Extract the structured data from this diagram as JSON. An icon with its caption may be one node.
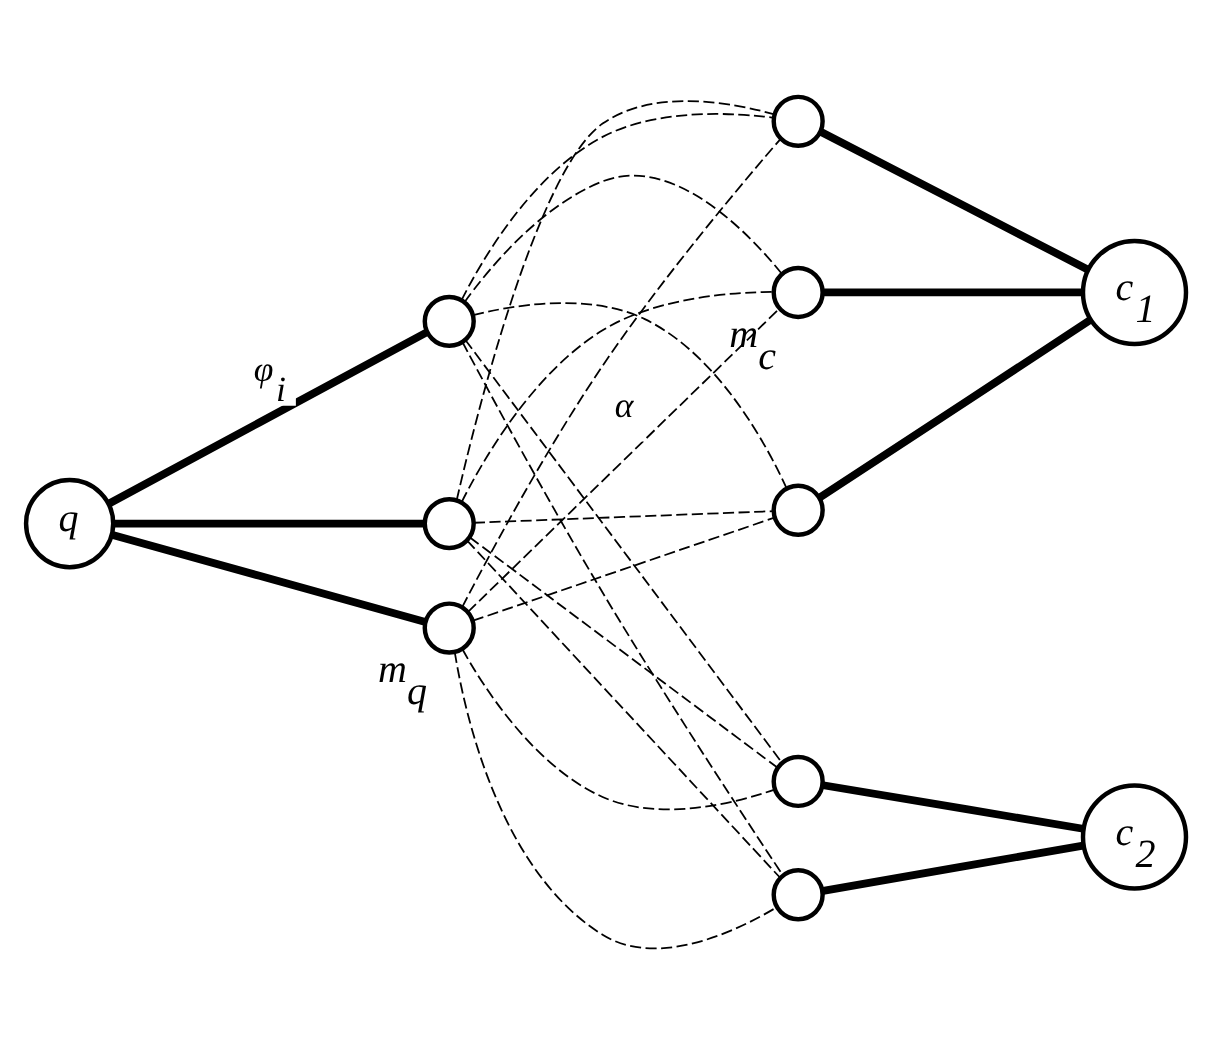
{
  "diagram": {
    "nodes": [
      {
        "text": [],
        "shape": "circle",
        "beside": [
          "m$_{c}$"
        ]
      },
      {
        "text": [
          "c$_{1}$"
        ]
      },
      {
        "text": [],
        "shape": "circle"
      },
      {
        "text": [],
        "shape": "circle",
        "beside": [
          "m$_{q}$"
        ]
      },
      {
        "text": [],
        "shape": "circle"
      },
      {
        "text": [],
        "shape": "circle"
      },
      {
        "text": [
          "q"
        ]
      },
      {
        "text": [],
        "shape": "circle"
      },
      {
        "text": [],
        "shape": "circle"
      },
      {
        "text": [],
        "shape": "circle"
      },
      {
        "text": [
          "c$_{2}$"
        ]
      }
    ],
    "edges": [
      {
        "from": 6,
        "to": 3,
        "arrow": "none",
        "style": "thick"
      },
      {
        "from": 6,
        "to": 4,
        "arrow": "none",
        "style": "thick",
        "label": "φ$_{i}$"
      },
      {
        "from": 6,
        "to": 7,
        "arrow": "none",
        "style": "thick"
      },
      {
        "from": 0,
        "to": 1,
        "arrow": "none",
        "style": "thick"
      },
      {
        "from": 2,
        "to": 1,
        "arrow": "none",
        "style": "thick"
      },
      {
        "from": 5,
        "to": 1,
        "arrow": "none",
        "style": "thick"
      },
      {
        "from": 8,
        "to": 10,
        "arrow": "none",
        "style": "thick"
      },
      {
        "from": 9,
        "to": 10,
        "arrow": "none",
        "style": "thick"
      },
      {
        "from": 3,
        "to": 0,
        "arrow": "none",
        "style": "dashed",
        "label": "α"
      },
      {
        "from": 3,
        "to": 2,
        "arrow": "none",
        "style": "dashed"
      },
      {
        "from": 3,
        "to": 5,
        "arrow": "none",
        "style": "dashed"
      },
      {
        "from": 4,
        "to": 0,
        "arrow": "none",
        "style": "dashed"
      },
      {
        "from": 4,
        "to": 2,
        "arrow": "none",
        "style": "dashed"
      },
      {
        "from": 4,
        "to": 5,
        "arrow": "none",
        "style": "dashed"
      },
      {
        "from": 7,
        "to": 0,
        "arrow": "none",
        "style": "dashed"
      },
      {
        "from": 7,
        "to": 2,
        "arrow": "none",
        "style": "dashed"
      },
      {
        "from": 7,
        "to": 5,
        "arrow": "none",
        "style": "dashed"
      },
      {
        "from": 3,
        "to": 8,
        "arrow": "none",
        "style": "dashed"
      },
      {
        "from": 3,
        "to": 9,
        "arrow": "none",
        "style": "dashed"
      },
      {
        "from": 4,
        "to": 8,
        "arrow": "none",
        "style": "dashed"
      },
      {
        "from": 4,
        "to": 9,
        "arrow": "none",
        "style": "dashed"
      },
      {
        "from": 7,
        "to": 8,
        "arrow": "none",
        "style": "dashed"
      },
      {
        "from": 7,
        "to": 9,
        "arrow": "none",
        "style": "dashed"
      }
    ]
  }
}
